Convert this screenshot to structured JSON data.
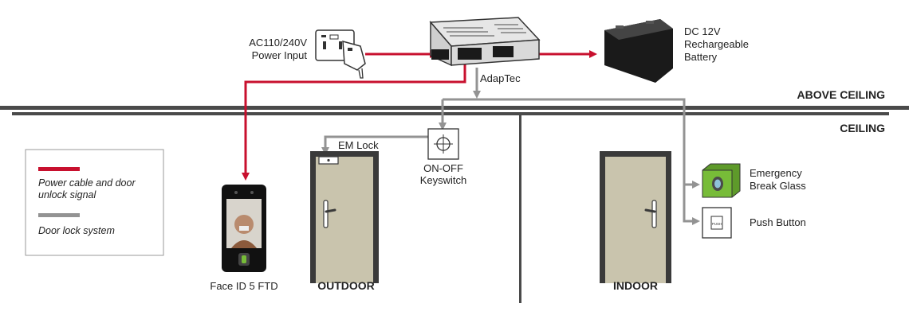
{
  "labels": {
    "power_input": [
      "AC110/240V",
      "Power Input"
    ],
    "adaptec": "AdapTec",
    "battery": [
      "DC 12V",
      "Rechargeable",
      "Battery"
    ],
    "above_ceiling": "ABOVE CEILING",
    "ceiling": "CEILING",
    "em_lock": "EM Lock",
    "keyswitch": [
      "ON-OFF",
      "Keyswitch"
    ],
    "emergency": [
      "Emergency",
      "Break Glass"
    ],
    "push_button": "Push Button",
    "face_id": "Face ID 5 FTD",
    "outdoor": "OUTDOOR",
    "indoor": "INDOOR",
    "push_text": "PUSH"
  },
  "legend": {
    "power": [
      "Power cable and door",
      "unlock signal"
    ],
    "lock": "Door lock system"
  },
  "colors": {
    "power_line": "#c8102e",
    "lock_line": "#939393",
    "ceiling": "#4a4a4a",
    "door": "#c9c4ad",
    "door_frame": "#3a3a3a",
    "glass_box": "#77bc38"
  }
}
